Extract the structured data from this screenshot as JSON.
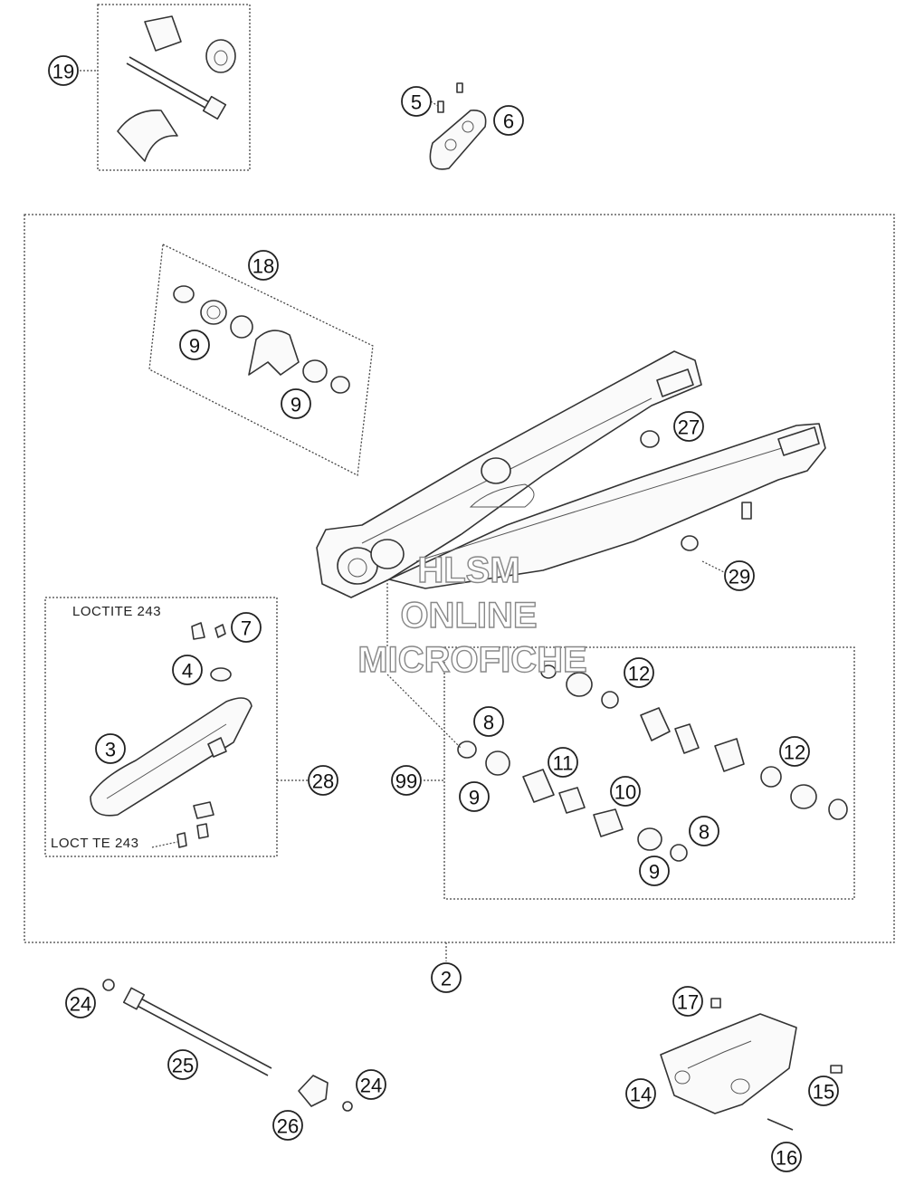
{
  "callouts": [
    {
      "id": "c19",
      "label": "19"
    },
    {
      "id": "c5",
      "label": "5"
    },
    {
      "id": "c6",
      "label": "6"
    },
    {
      "id": "c18",
      "label": "18"
    },
    {
      "id": "c9a",
      "label": "9"
    },
    {
      "id": "c9b",
      "label": "9"
    },
    {
      "id": "c27",
      "label": "27"
    },
    {
      "id": "c29",
      "label": "29"
    },
    {
      "id": "c7",
      "label": "7"
    },
    {
      "id": "c4",
      "label": "4"
    },
    {
      "id": "c3",
      "label": "3"
    },
    {
      "id": "c28",
      "label": "28"
    },
    {
      "id": "c12a",
      "label": "12"
    },
    {
      "id": "c8a",
      "label": "8"
    },
    {
      "id": "c11",
      "label": "11"
    },
    {
      "id": "c12b",
      "label": "12"
    },
    {
      "id": "c99",
      "label": "99"
    },
    {
      "id": "c9c",
      "label": "9"
    },
    {
      "id": "c10",
      "label": "10"
    },
    {
      "id": "c8b",
      "label": "8"
    },
    {
      "id": "c9d",
      "label": "9"
    },
    {
      "id": "c2",
      "label": "2"
    },
    {
      "id": "c24a",
      "label": "24"
    },
    {
      "id": "c17",
      "label": "17"
    },
    {
      "id": "c25",
      "label": "25"
    },
    {
      "id": "c24b",
      "label": "24"
    },
    {
      "id": "c14",
      "label": "14"
    },
    {
      "id": "c15",
      "label": "15"
    },
    {
      "id": "c26",
      "label": "26"
    },
    {
      "id": "c16",
      "label": "16"
    }
  ],
  "notes": {
    "loctite_top": "LOCTITE 243",
    "loctite_bottom": "LOCT TE 243"
  },
  "watermark": {
    "line1": "HLSM",
    "line2": "ONLINE",
    "line3": "MICROFICHE"
  }
}
